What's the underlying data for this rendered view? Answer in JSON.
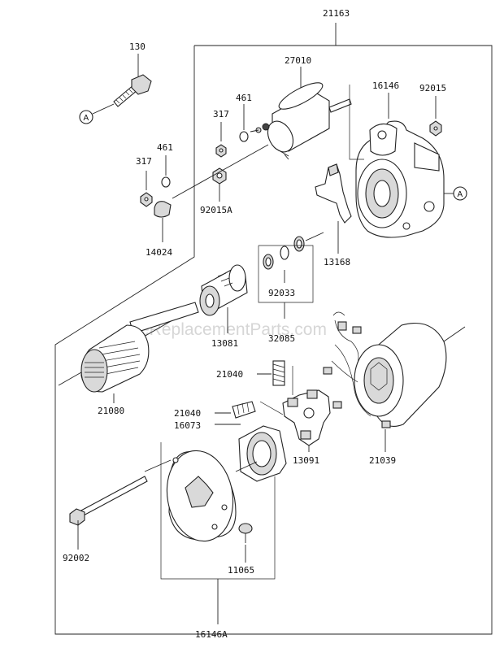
{
  "labels": {
    "assembly": "21163",
    "bolt": "130",
    "solenoid": "27010",
    "washer_a": "461",
    "washer_b": "461",
    "nut_a": "317",
    "nut_b": "317",
    "housing": "16146",
    "nut_c": "92015",
    "nut_d": "92015A",
    "cap": "14024",
    "lever": "13168",
    "ring": "92033",
    "kit": "32085",
    "clutch": "13081",
    "armature": "21080",
    "spring_a": "21040",
    "spring_b": "21040",
    "plate": "16073",
    "brush_holder": "13091",
    "yoke": "21039",
    "through_bolt": "92002",
    "screw": "11065",
    "end_cover": "16146A"
  },
  "markers": {
    "left": "A",
    "right": "A"
  },
  "watermark": "eReplacementParts.com"
}
